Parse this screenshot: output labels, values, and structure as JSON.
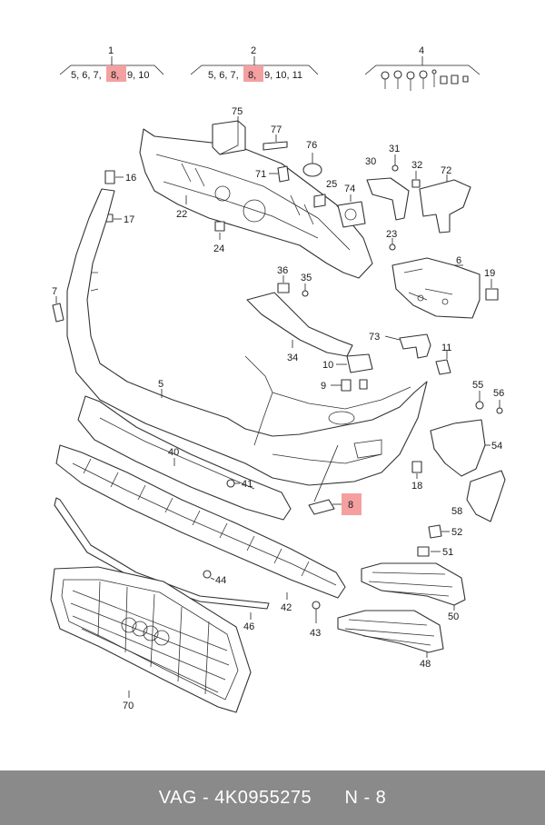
{
  "callouts": {
    "c1": "1",
    "c2": "2",
    "c4": "4",
    "c5": "5",
    "c6": "6",
    "c7": "7",
    "c8": "8",
    "c10": "10",
    "c11": "11",
    "c16": "16",
    "c17": "17",
    "c18": "18",
    "c19": "19",
    "c22": "22",
    "c23": "23",
    "c24": "24",
    "c25": "25",
    "c30": "30",
    "c31": "31",
    "c32": "32",
    "c34": "34",
    "c35": "35",
    "c36": "36",
    "c40": "40",
    "c41": "41",
    "c42": "42",
    "c43": "43",
    "c44": "44",
    "c46": "46",
    "c48": "48",
    "c50": "50",
    "c51": "51",
    "c52": "52",
    "c54": "54",
    "c55": "55",
    "c56": "56",
    "c58": "58",
    "c70": "70",
    "c71": "71",
    "c72": "72",
    "c73": "73",
    "c74": "74",
    "c75": "75",
    "c76": "76",
    "c77": "77",
    "c9": "9"
  },
  "groups": {
    "g1_prefix": "5, 6, 7,",
    "g1_highlight": "8,",
    "g1_suffix": "9, 10",
    "g2_prefix": "5, 6, 7,",
    "g2_highlight": "8,",
    "g2_suffix": "9, 10, 11"
  },
  "footer": {
    "brand": "VAG",
    "part_number": "4K0955275",
    "position": "N - 8"
  },
  "colors": {
    "highlight": "#f4a0a0",
    "footer_bg": "#8a8a8a",
    "footer_text": "#ffffff"
  }
}
